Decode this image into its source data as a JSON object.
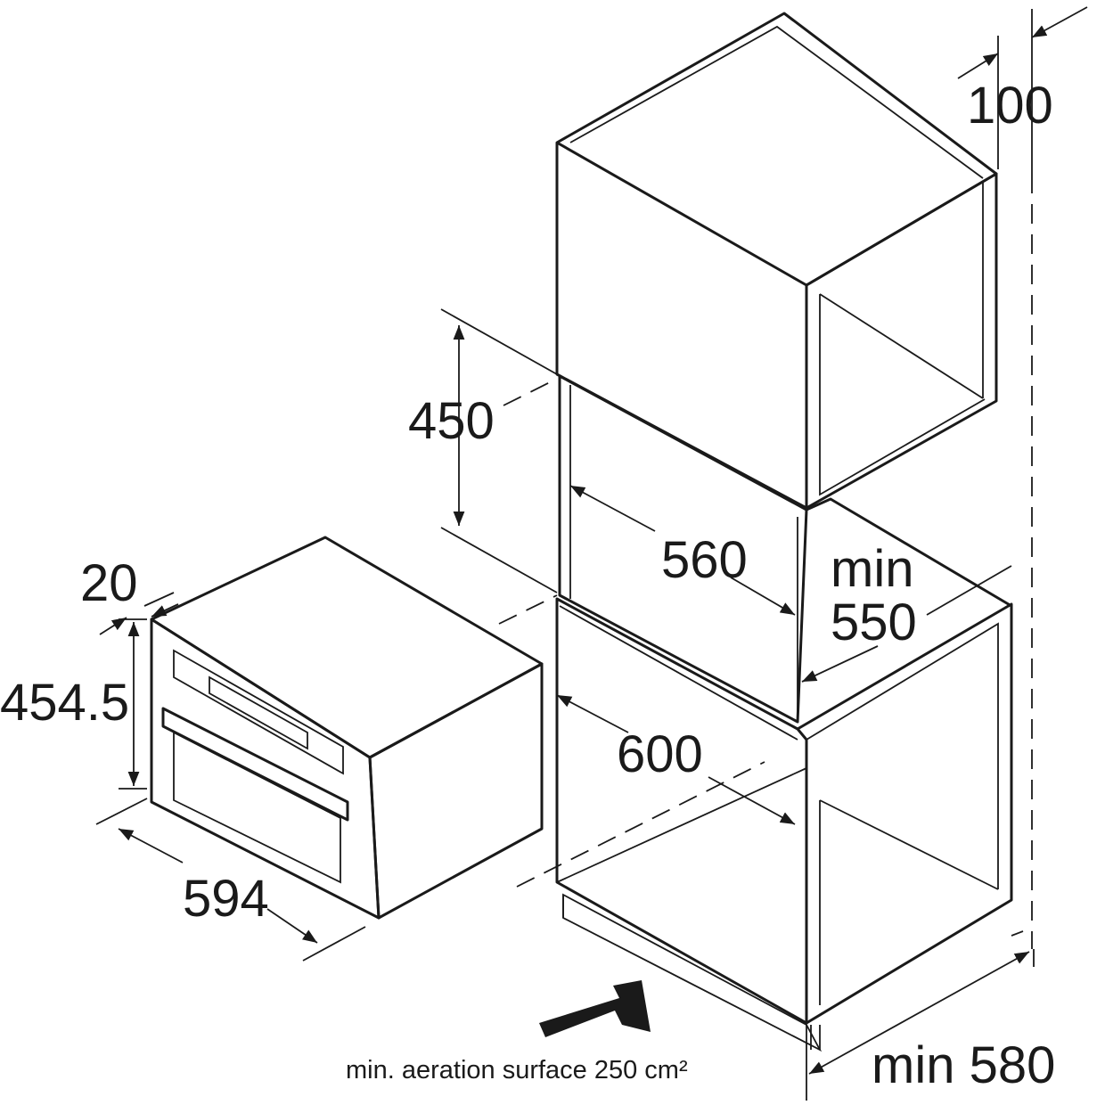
{
  "dimensions": {
    "d100": "100",
    "d450": "450",
    "d560": "560",
    "min550_line1": "min",
    "min550_line2": "550",
    "d600": "600",
    "d20": "20",
    "d454": "454.5",
    "d594": "594",
    "min580": "min 580"
  },
  "note": {
    "aeration": "min. aeration surface 250 cm²"
  },
  "colors": {
    "ink": "#1a1a1a",
    "background": "#ffffff"
  }
}
